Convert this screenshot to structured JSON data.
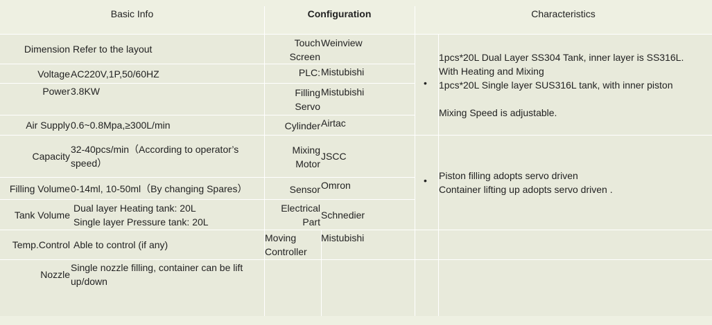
{
  "headers": {
    "basic": "Basic Info",
    "config": "Configuration",
    "chars": "Characteristics"
  },
  "basic": [
    {
      "label": "Dimension",
      "value": "Refer to the layout"
    },
    {
      "label": "Voltage",
      "value": "AC220V,1P,50/60HZ"
    },
    {
      "label": "Power",
      "value": "3.8KW"
    },
    {
      "label": "Air Supply",
      "value": "0.6~0.8Mpa,≥300L/min"
    },
    {
      "label": "Capacity",
      "value_l1": "32-40pcs/min（According to operator’s",
      "value_l2": "speed）"
    },
    {
      "label": "Filling Volume",
      "value": "0-14ml, 10-50ml（By changing Spares）"
    },
    {
      "label": "Tank Volume",
      "value_l1": "Dual layer Heating tank:  20L",
      "value_l2": "Single layer Pressure tank: 20L"
    },
    {
      "label": "Temp.Control",
      "value": "Able to control (if any)"
    },
    {
      "label": "Nozzle",
      "value_l1": "Single nozzle filling, container can be lift",
      "value_l2": "up/down"
    }
  ],
  "config": [
    {
      "label_l1": "Touch",
      "label_l2": "Screen",
      "value": "Weinview"
    },
    {
      "label": "PLC:",
      "value": "Mistubishi"
    },
    {
      "label_l1": "Filling",
      "label_l2": "Servo",
      "value": "Mistubishi"
    },
    {
      "label": "Cylinder",
      "value": "Airtac"
    },
    {
      "label_l1": "Mixing",
      "label_l2": "Motor",
      "value": "JSCC"
    },
    {
      "label": "Sensor",
      "value": "Omron"
    },
    {
      "label_l1": "Electrical",
      "label_l2": "Part",
      "value": "Schnedier"
    },
    {
      "label_l1": "Moving",
      "label_l2": "Controller",
      "value": "Mistubishi"
    }
  ],
  "characteristics": {
    "block1": {
      "line1": "1pcs*20L Dual Layer SS304 Tank, inner layer is SS316L.",
      "line2": "With Heating and Mixing",
      "line3": "1pcs*20L Single layer SUS316L tank, with inner piston",
      "line4": "Mixing Speed is adjustable."
    },
    "block2": {
      "line1": "Piston filling adopts servo driven",
      "line2": "Container lifting up adopts servo driven ."
    },
    "bullet": "•"
  }
}
